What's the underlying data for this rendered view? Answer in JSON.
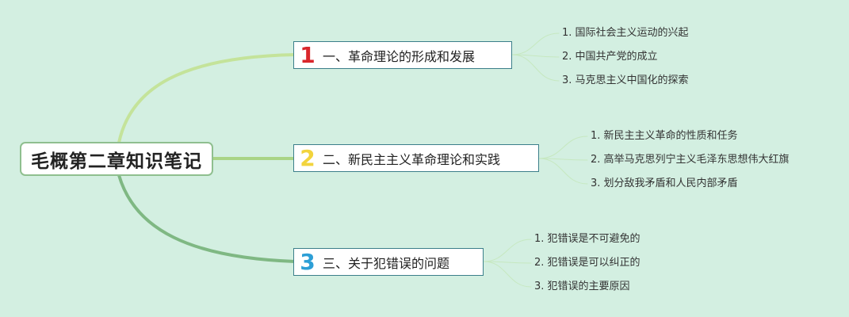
{
  "root": {
    "title": "毛概第二章知识笔记"
  },
  "branches": [
    {
      "number": "1",
      "number_color": "#d9262b",
      "title": "一、革命理论的形成和发展",
      "items": [
        "1. 国际社会主义运动的兴起",
        "2. 中国共产党的成立",
        "3. 马克思主义中国化的探索"
      ]
    },
    {
      "number": "2",
      "number_color": "#f2d43d",
      "title": "二、新民主主义革命理论和实践",
      "items": [
        "1. 新民主主义革命的性质和任务",
        "2. 高举马克思列宁主义毛泽东思想伟大红旗",
        "3. 划分敌我矛盾和人民内部矛盾"
      ]
    },
    {
      "number": "3",
      "number_color": "#2d9fd6",
      "title": "三、关于犯错误的问题",
      "items": [
        "1. 犯错误是不可避免的",
        "2. 犯错误是可以纠正的",
        "3. 犯错误的主要原因"
      ]
    }
  ],
  "colors": {
    "background": "#d3efe1",
    "connector_1": "#c4e39a",
    "connector_2": "#a9d486",
    "connector_3": "#7fb883",
    "leaf_line": "#c6e8c0"
  }
}
